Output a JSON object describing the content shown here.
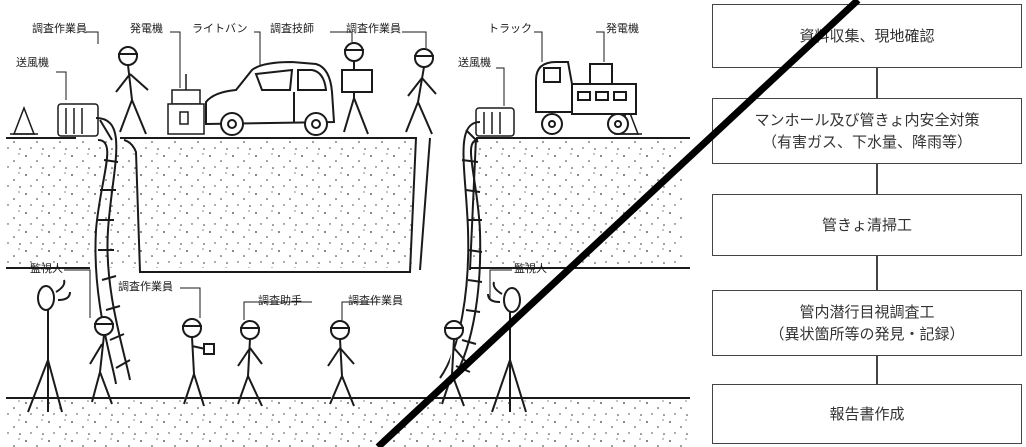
{
  "labels": {
    "inspector_top_left": "調査作業員",
    "generator_left": "発電機",
    "light_van": "ライトバン",
    "engineer": "調査技師",
    "inspector_top_right": "調査作業員",
    "blower_left": "送風機",
    "truck": "トラック",
    "generator_right": "発電機",
    "blower_right": "送風機",
    "monitor_left": "監視人",
    "monitor_right": "監視人",
    "inspector_pipe_1": "調査作業員",
    "assistant": "調査助手",
    "inspector_pipe_2": "調査作業員"
  },
  "flow": {
    "steps": [
      {
        "line1": "資料収集、現地確認",
        "line2": ""
      },
      {
        "line1": "マンホール及び管きょ内安全対策",
        "line2": "（有害ガス、下水量、降雨等）"
      },
      {
        "line1": "管きょ清掃工",
        "line2": ""
      },
      {
        "line1": "管内潜行目視調査工",
        "line2": "（異状箇所等の発見・記録）"
      },
      {
        "line1": "報告書作成",
        "line2": ""
      }
    ]
  },
  "colors": {
    "line": "#1a1a1a",
    "box_border": "#444444",
    "box_text": "#333333",
    "slash": "#000000"
  }
}
